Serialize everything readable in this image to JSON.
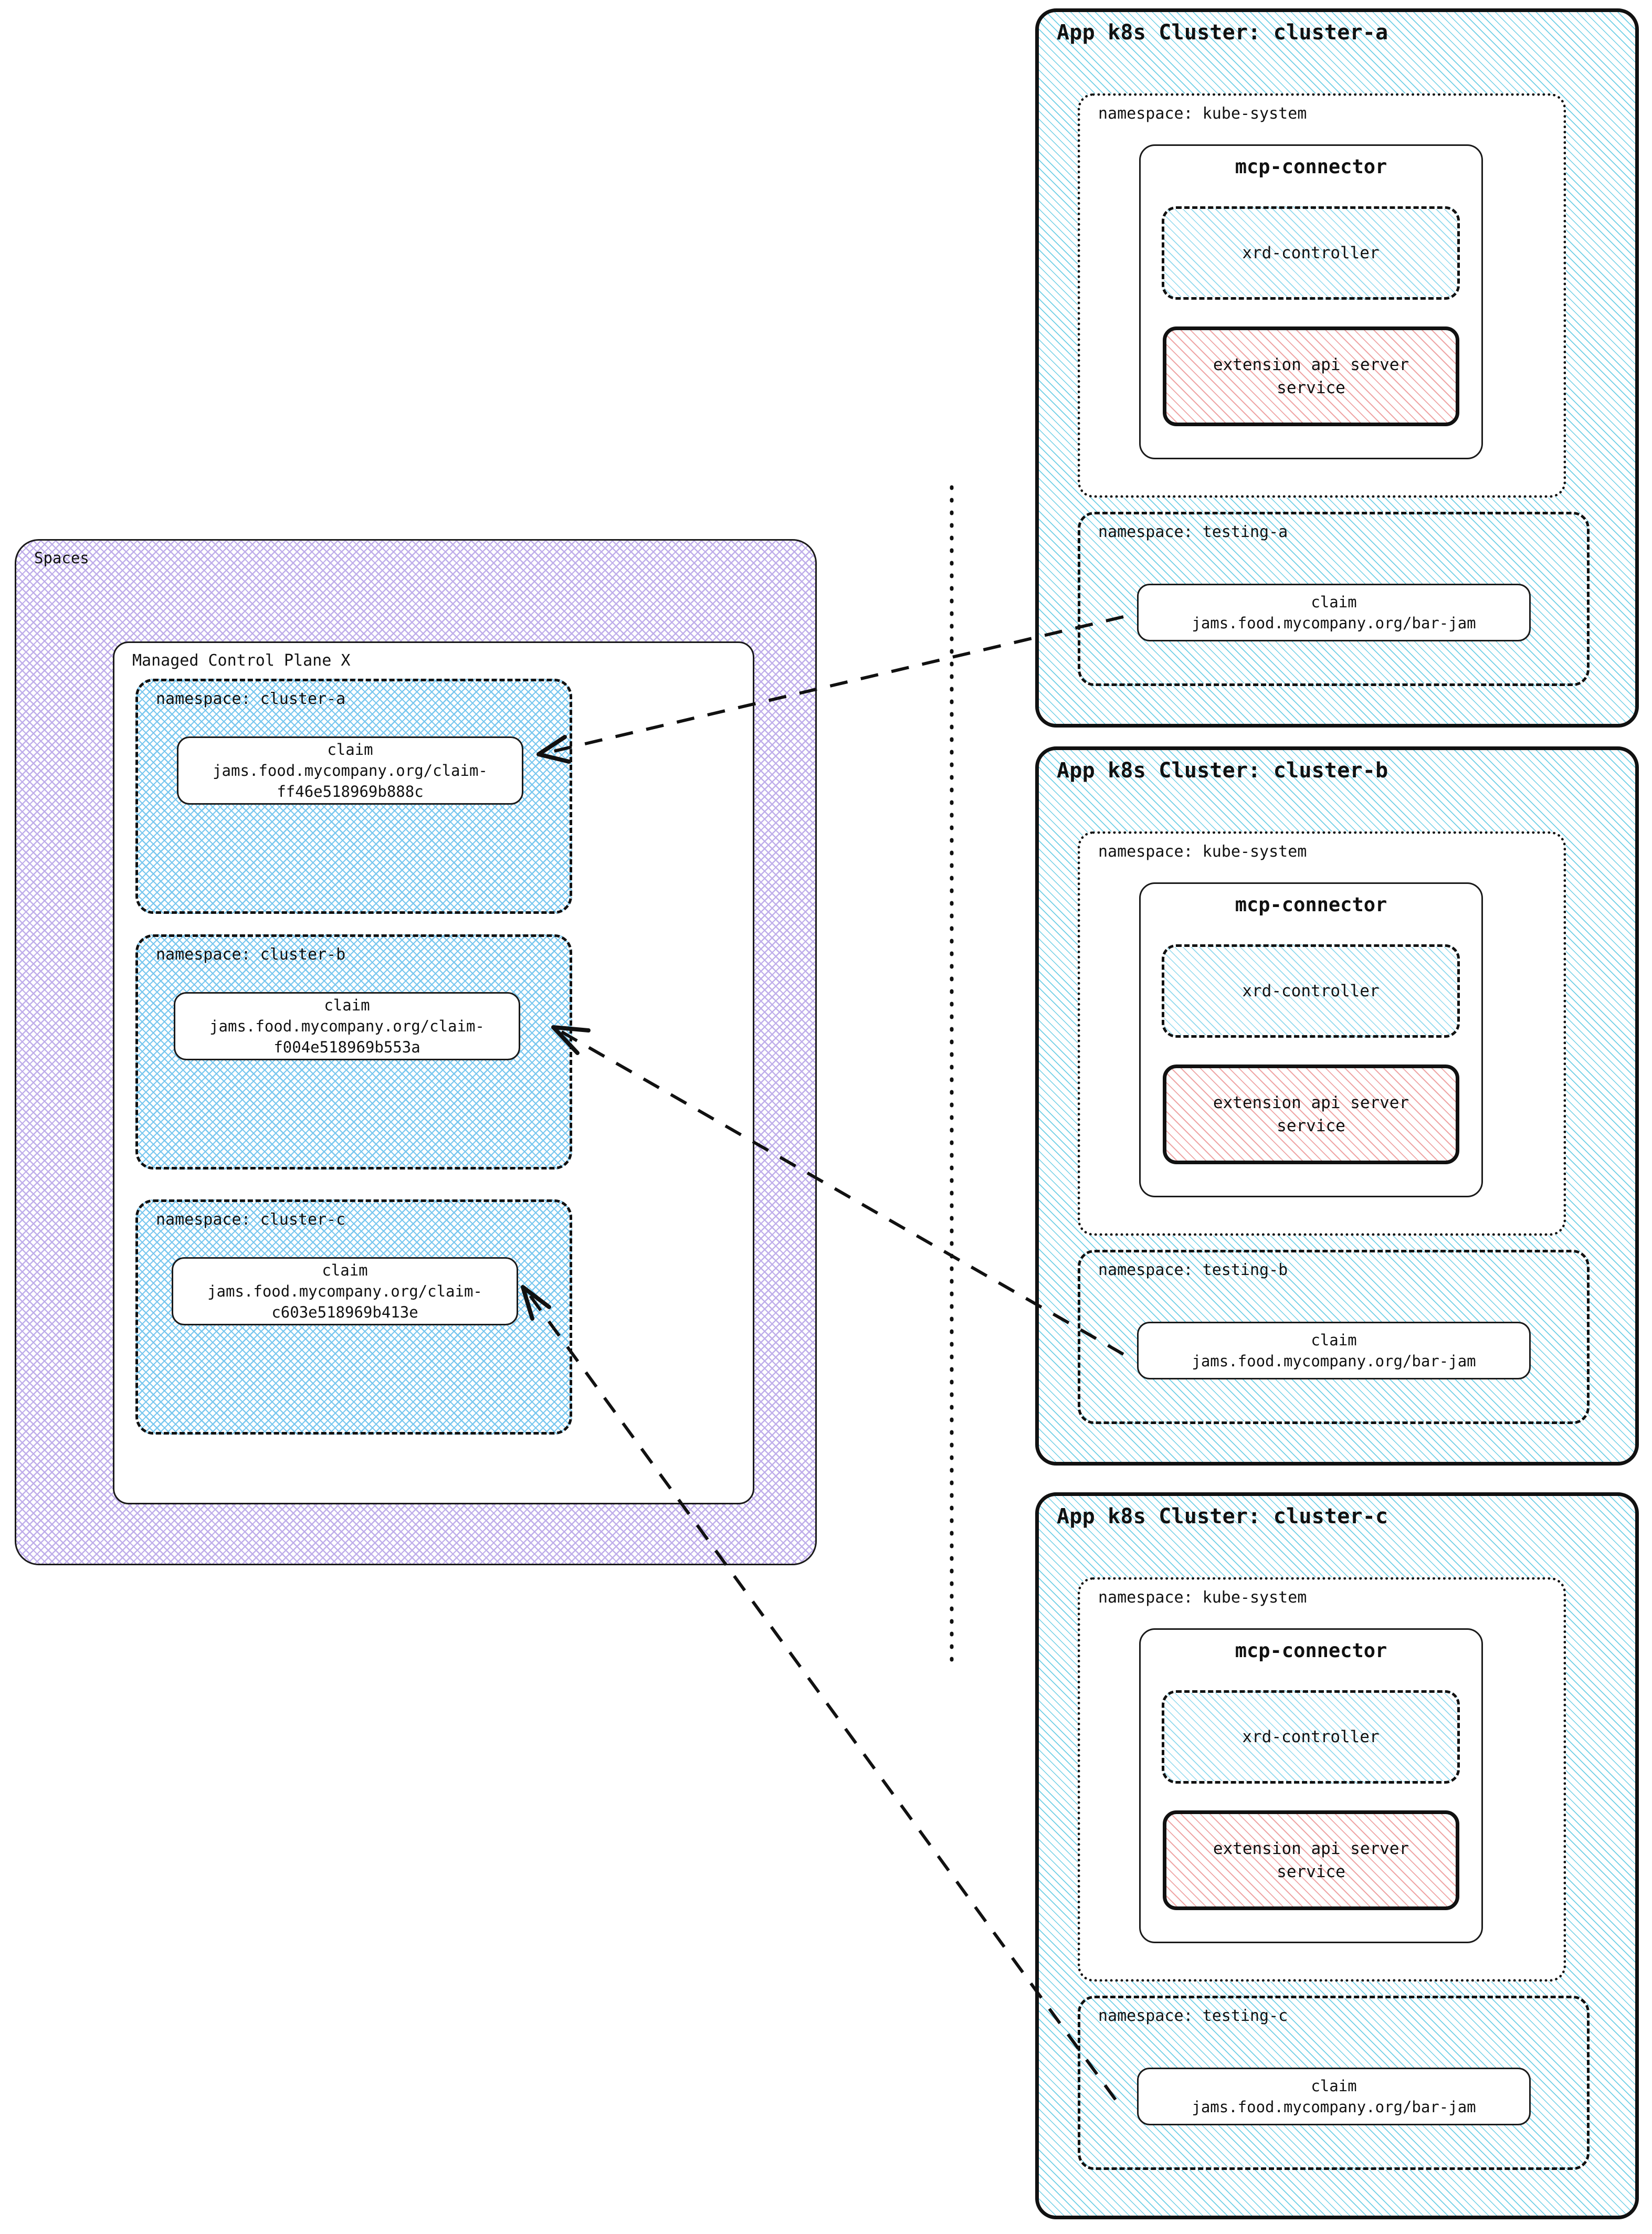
{
  "diagram": {
    "title": "Spaces managed control plane to app k8s clusters",
    "colors": {
      "cluster_hatch": "#6fcfe6",
      "spaces_hatch": "#bfaeea",
      "namespace_hatch": "#79c7ef",
      "extension_service_hatch": "#efa6a6",
      "stroke": "#111111"
    }
  },
  "spaces": {
    "label": "Spaces",
    "control_plane": {
      "label": "Managed Control Plane X",
      "namespaces": [
        {
          "label": "namespace: cluster-a",
          "claim": {
            "kind": "claim",
            "ref_line1": "jams.food.mycompany.org/claim-",
            "ref_line2": "ff46e518969b888c"
          }
        },
        {
          "label": "namespace: cluster-b",
          "claim": {
            "kind": "claim",
            "ref_line1": "jams.food.mycompany.org/claim-",
            "ref_line2": "f004e518969b553a"
          }
        },
        {
          "label": "namespace: cluster-c",
          "claim": {
            "kind": "claim",
            "ref_line1": "jams.food.mycompany.org/claim-",
            "ref_line2": "c603e518969b413e"
          }
        }
      ]
    }
  },
  "clusters": [
    {
      "label": "App k8s Cluster: cluster-a",
      "kube_system": {
        "label": "namespace: kube-system",
        "mcp_connector": {
          "label": "mcp-connector",
          "xrd_controller": {
            "label": "xrd-controller"
          },
          "extension_api_server": {
            "line1": "extension api server",
            "line2": "service"
          }
        }
      },
      "testing_namespace": {
        "label": "namespace: testing-a",
        "claim": {
          "kind": "claim",
          "ref": "jams.food.mycompany.org/bar-jam"
        }
      }
    },
    {
      "label": "App k8s Cluster: cluster-b",
      "kube_system": {
        "label": "namespace: kube-system",
        "mcp_connector": {
          "label": "mcp-connector",
          "xrd_controller": {
            "label": "xrd-controller"
          },
          "extension_api_server": {
            "line1": "extension api server",
            "line2": "service"
          }
        }
      },
      "testing_namespace": {
        "label": "namespace: testing-b",
        "claim": {
          "kind": "claim",
          "ref": "jams.food.mycompany.org/bar-jam"
        }
      }
    },
    {
      "label": "App k8s Cluster: cluster-c",
      "kube_system": {
        "label": "namespace: kube-system",
        "mcp_connector": {
          "label": "mcp-connector",
          "xrd_controller": {
            "label": "xrd-controller"
          },
          "extension_api_server": {
            "line1": "extension api server",
            "line2": "service"
          }
        }
      },
      "testing_namespace": {
        "label": "namespace: testing-c",
        "claim": {
          "kind": "claim",
          "ref": "jams.food.mycompany.org/bar-jam"
        }
      }
    }
  ]
}
